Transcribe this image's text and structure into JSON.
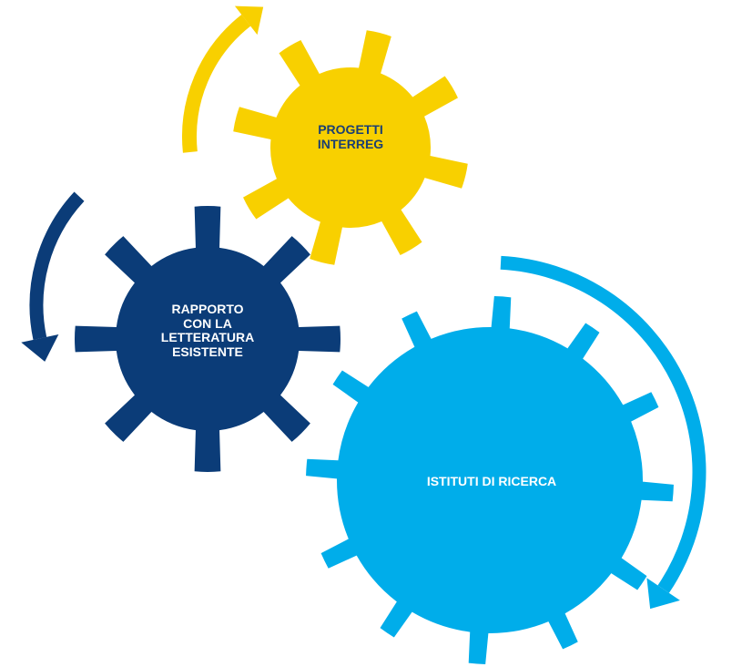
{
  "colors": {
    "yellow": "#f8d000",
    "navy": "#0b3c78",
    "light_blue": "#00adea",
    "yellow_label": "#1b3f73",
    "white_label": "#ffffff"
  },
  "gears": {
    "yellow": {
      "label": "PROGETTI\nINTERREG"
    },
    "navy": {
      "label": "RAPPORTO\nCON LA\nLETTERATURA\nESISTENTE"
    },
    "light_blue": {
      "label": "ISTITUTI DI RICERCA"
    }
  }
}
